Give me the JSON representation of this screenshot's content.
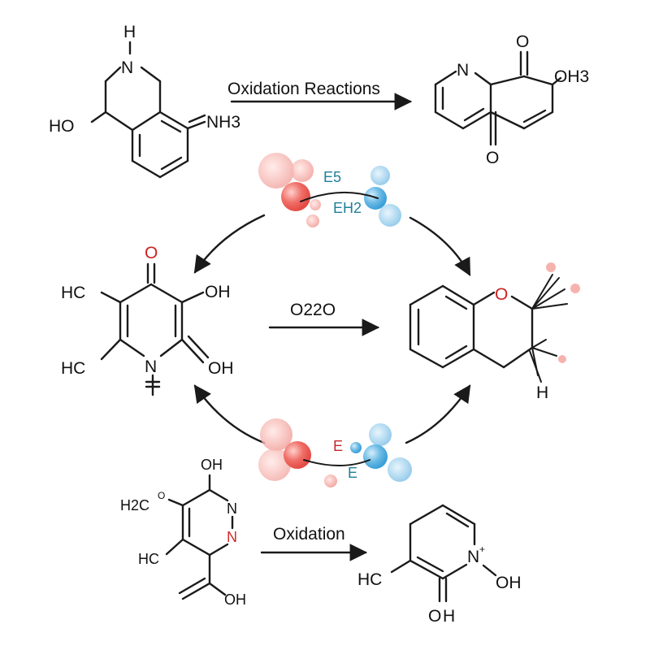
{
  "colors": {
    "ink": "#1a1a1a",
    "oxygen_red": "#cc2222",
    "nitrogen_red": "#d22a2a",
    "warm_sphere": "#e84a4a",
    "cool_sphere": "#3a9fd8",
    "teal_label": "#1f7f9a"
  },
  "top_left_molecule": {
    "h": "H",
    "n": "N",
    "ho": "HO",
    "nh3": "NH3"
  },
  "arrow_top": {
    "label": "Oxidation Reactions"
  },
  "top_right_molecule": {
    "n": "N",
    "o_top": "O",
    "oh3": "OH3",
    "o_bottom": "O"
  },
  "catalyst_top": {
    "label_1": "E5",
    "label_2": "EH2"
  },
  "left_molecule": {
    "o": "O",
    "hc_1": "HC",
    "hc_2": "HC",
    "oh_1": "OH",
    "oh_2": "OH",
    "n": "N"
  },
  "arrow_middle": {
    "label": "O22O"
  },
  "right_molecule": {
    "o": "O",
    "h": "H"
  },
  "catalyst_bottom": {
    "label_1": "E",
    "label_2": "E"
  },
  "bottom_left_molecule": {
    "oh_top": "OH",
    "h2c": "H2C",
    "superscript_o": "O",
    "n_1": "N",
    "n_2": "N",
    "hc": "HC",
    "oh_bottom": "OH"
  },
  "arrow_bottom": {
    "label": "Oxidation"
  },
  "bottom_right_molecule": {
    "hc": "HC",
    "n": "N",
    "oh_right": "OH",
    "o_bottom": "O",
    "h_bottom": "H"
  }
}
